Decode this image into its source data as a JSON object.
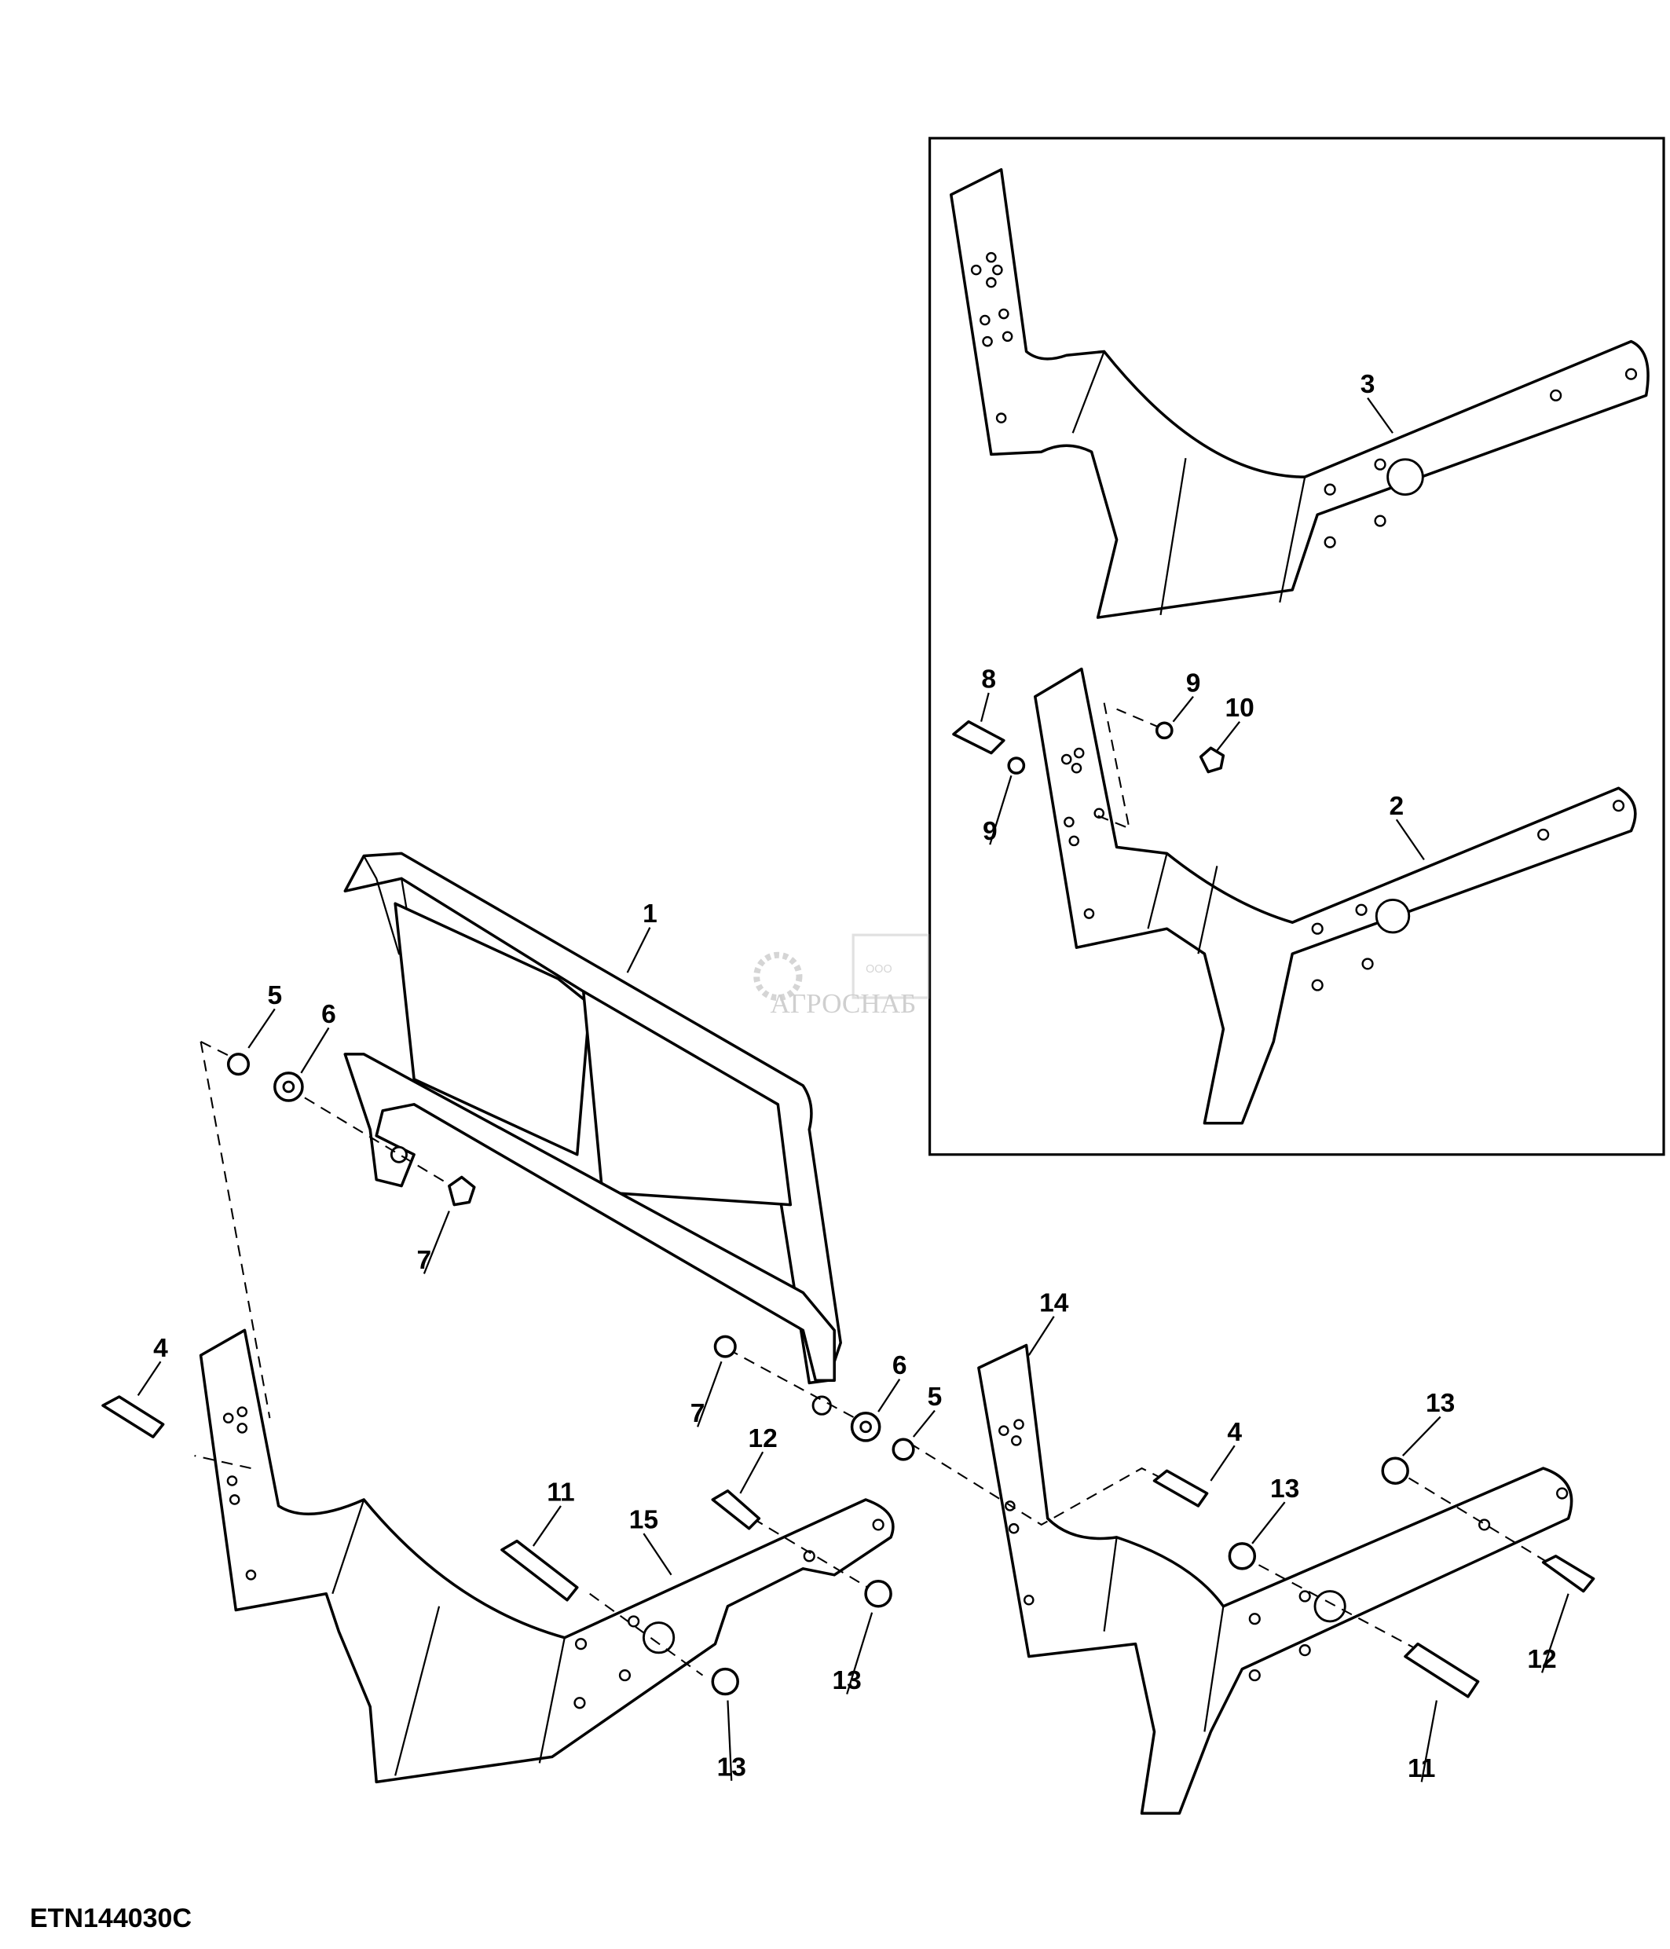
{
  "figure_id": "ETN144030C",
  "watermark": {
    "prefix": "ООО",
    "name": "АГРОСНАБ"
  },
  "callouts": [
    {
      "label": "1",
      "part": "guard-frame"
    },
    {
      "label": "2",
      "part": "bracket-inset-lower"
    },
    {
      "label": "3",
      "part": "bracket-inset-upper"
    },
    {
      "label": "4",
      "part": "bolt-left"
    },
    {
      "label": "4",
      "part": "bolt-right"
    },
    {
      "label": "5",
      "part": "nut-left"
    },
    {
      "label": "5",
      "part": "nut-right"
    },
    {
      "label": "6",
      "part": "washer-left"
    },
    {
      "label": "6",
      "part": "washer-right"
    },
    {
      "label": "7",
      "part": "nut-frame-left"
    },
    {
      "label": "7",
      "part": "nut-frame-right"
    },
    {
      "label": "8",
      "part": "screw-inset"
    },
    {
      "label": "9",
      "part": "washer-inset-top"
    },
    {
      "label": "9",
      "part": "washer-inset-bottom"
    },
    {
      "label": "10",
      "part": "nut-inset"
    },
    {
      "label": "11",
      "part": "bolt-11-left"
    },
    {
      "label": "11",
      "part": "bolt-11-right"
    },
    {
      "label": "12",
      "part": "bolt-12-left"
    },
    {
      "label": "12",
      "part": "bolt-12-right"
    },
    {
      "label": "13",
      "part": "washer-13-a"
    },
    {
      "label": "13",
      "part": "washer-13-b"
    },
    {
      "label": "13",
      "part": "washer-13-c"
    },
    {
      "label": "13",
      "part": "washer-13-d"
    },
    {
      "label": "14",
      "part": "bracket-right"
    },
    {
      "label": "15",
      "part": "bracket-left"
    }
  ]
}
